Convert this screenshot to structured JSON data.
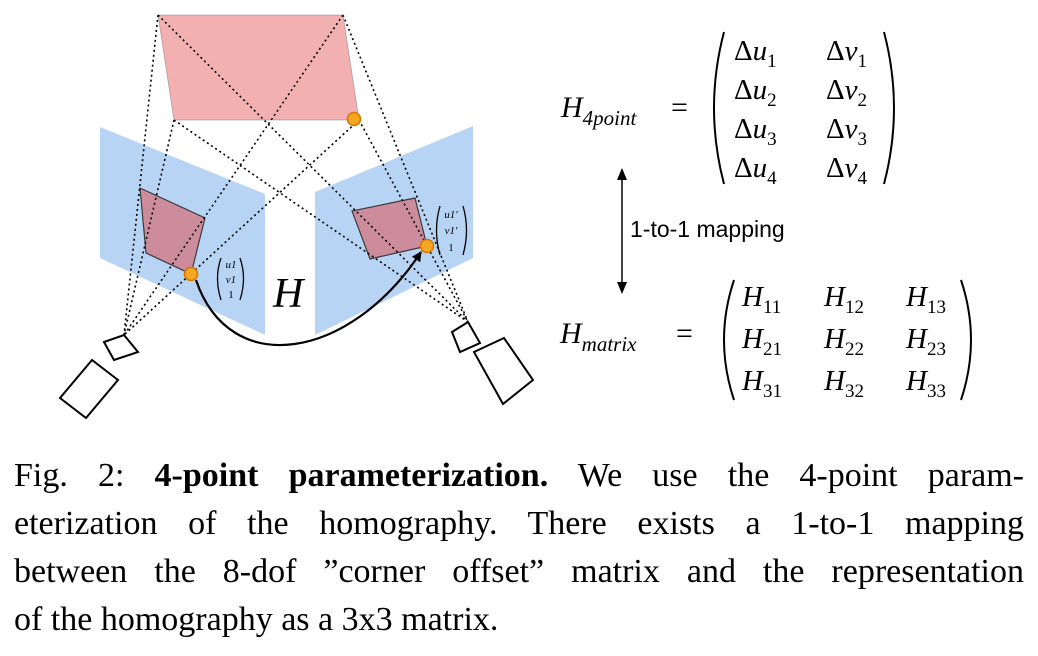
{
  "diagram": {
    "colors": {
      "world_plane": "#f3b0b0",
      "image_plane": "#b8d4f4",
      "patch": "#cc8c9c",
      "corner_dot": "#f5a623",
      "corner_dot_edge": "#d97800"
    },
    "homography_symbol": "H",
    "left_point_vector": [
      "u1",
      "v1",
      "1"
    ],
    "right_point_vector": [
      "u1′",
      "v1′",
      "1"
    ],
    "mapping_label": "1-to-1 mapping",
    "h4point": {
      "lhs_main": "H",
      "lhs_sub": "4point",
      "equals": "=",
      "rows": [
        [
          {
            "d": "Δ",
            "v": "u",
            "s": "1"
          },
          {
            "d": "Δ",
            "v": "v",
            "s": "1"
          }
        ],
        [
          {
            "d": "Δ",
            "v": "u",
            "s": "2"
          },
          {
            "d": "Δ",
            "v": "v",
            "s": "2"
          }
        ],
        [
          {
            "d": "Δ",
            "v": "u",
            "s": "3"
          },
          {
            "d": "Δ",
            "v": "v",
            "s": "3"
          }
        ],
        [
          {
            "d": "Δ",
            "v": "u",
            "s": "4"
          },
          {
            "d": "Δ",
            "v": "v",
            "s": "4"
          }
        ]
      ]
    },
    "hmatrix": {
      "lhs_main": "H",
      "lhs_sub": "matrix",
      "equals": "=",
      "rows": [
        [
          {
            "v": "H",
            "s": "11"
          },
          {
            "v": "H",
            "s": "12"
          },
          {
            "v": "H",
            "s": "13"
          }
        ],
        [
          {
            "v": "H",
            "s": "21"
          },
          {
            "v": "H",
            "s": "22"
          },
          {
            "v": "H",
            "s": "23"
          }
        ],
        [
          {
            "v": "H",
            "s": "31"
          },
          {
            "v": "H",
            "s": "32"
          },
          {
            "v": "H",
            "s": "33"
          }
        ]
      ]
    }
  },
  "caption": {
    "label": "Fig. 2:",
    "title": "4-point parameterization.",
    "line1_rest": "We use the 4-point param-",
    "line2": "eterization of the homography. There exists a 1-to-1 mapping",
    "line3": "between the 8-dof ”corner offset” matrix and the representation",
    "line4": "of the homography as a 3x3 matrix."
  }
}
